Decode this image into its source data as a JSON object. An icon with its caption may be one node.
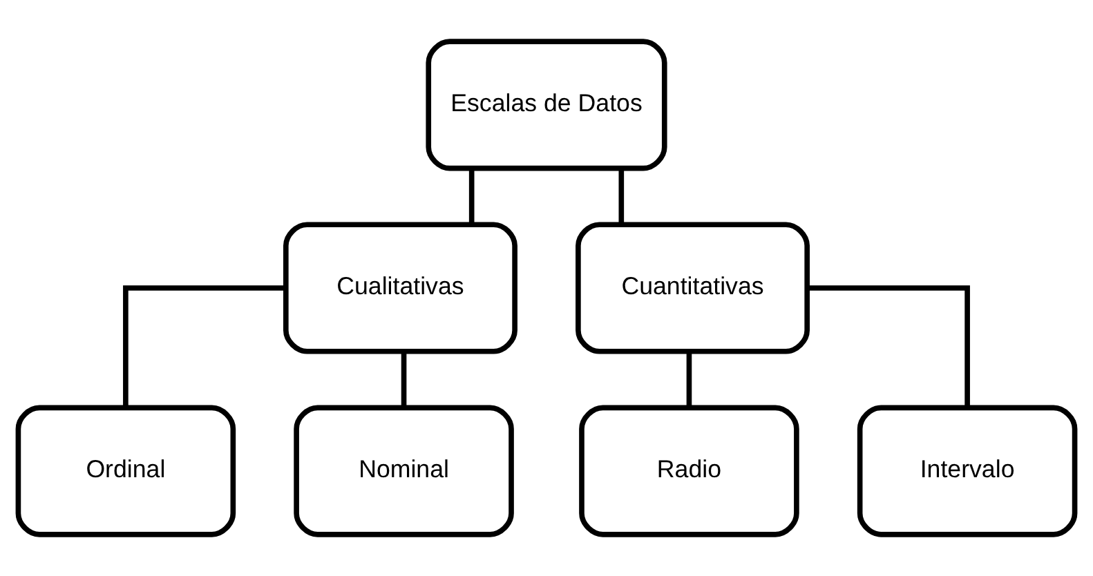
{
  "diagram": {
    "nodes": [
      {
        "text": [
          "Escalas de Datos"
        ]
      },
      {
        "text": [
          "Cualitativas"
        ]
      },
      {
        "text": [
          "Cuantitativas"
        ]
      },
      {
        "text": [
          "Ordinal"
        ]
      },
      {
        "text": [
          "Nominal"
        ]
      },
      {
        "text": [
          "Radio"
        ]
      },
      {
        "text": [
          "Intervalo"
        ]
      }
    ],
    "edges": [
      {
        "from": 0,
        "to": 1,
        "arrow": "none"
      },
      {
        "from": 0,
        "to": 2,
        "arrow": "none"
      },
      {
        "from": 1,
        "to": 3,
        "arrow": "none"
      },
      {
        "from": 1,
        "to": 4,
        "arrow": "none"
      },
      {
        "from": 2,
        "to": 5,
        "arrow": "none"
      },
      {
        "from": 2,
        "to": 6,
        "arrow": "none"
      }
    ]
  }
}
